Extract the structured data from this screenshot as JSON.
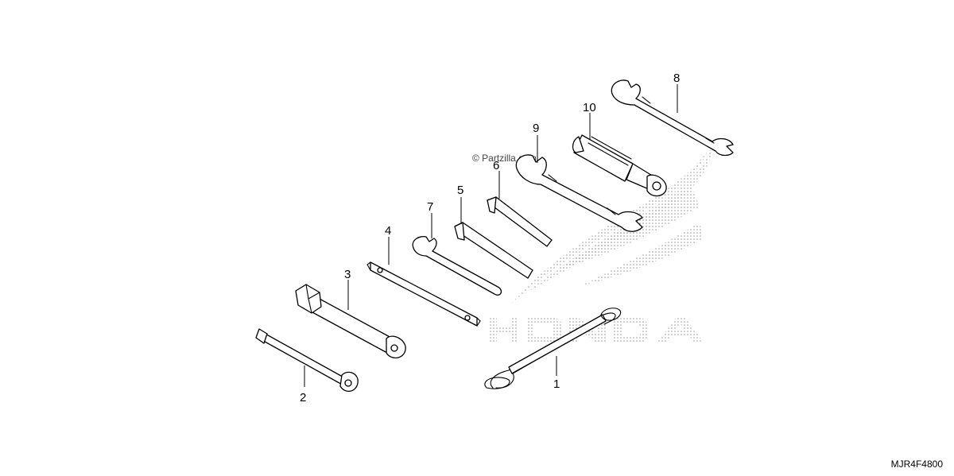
{
  "watermark": "© Partzilla.com",
  "brand_logo": "HONDA",
  "drawing_code": "MJR4F4800",
  "callouts": {
    "c1": "1",
    "c2": "2",
    "c3": "3",
    "c4": "4",
    "c5": "5",
    "c6": "6",
    "c7": "7",
    "c8": "8",
    "c9": "9",
    "c10": "10"
  },
  "colors": {
    "line": "#000000",
    "logo_dots": "#9a9a9a",
    "background": "#ffffff"
  }
}
